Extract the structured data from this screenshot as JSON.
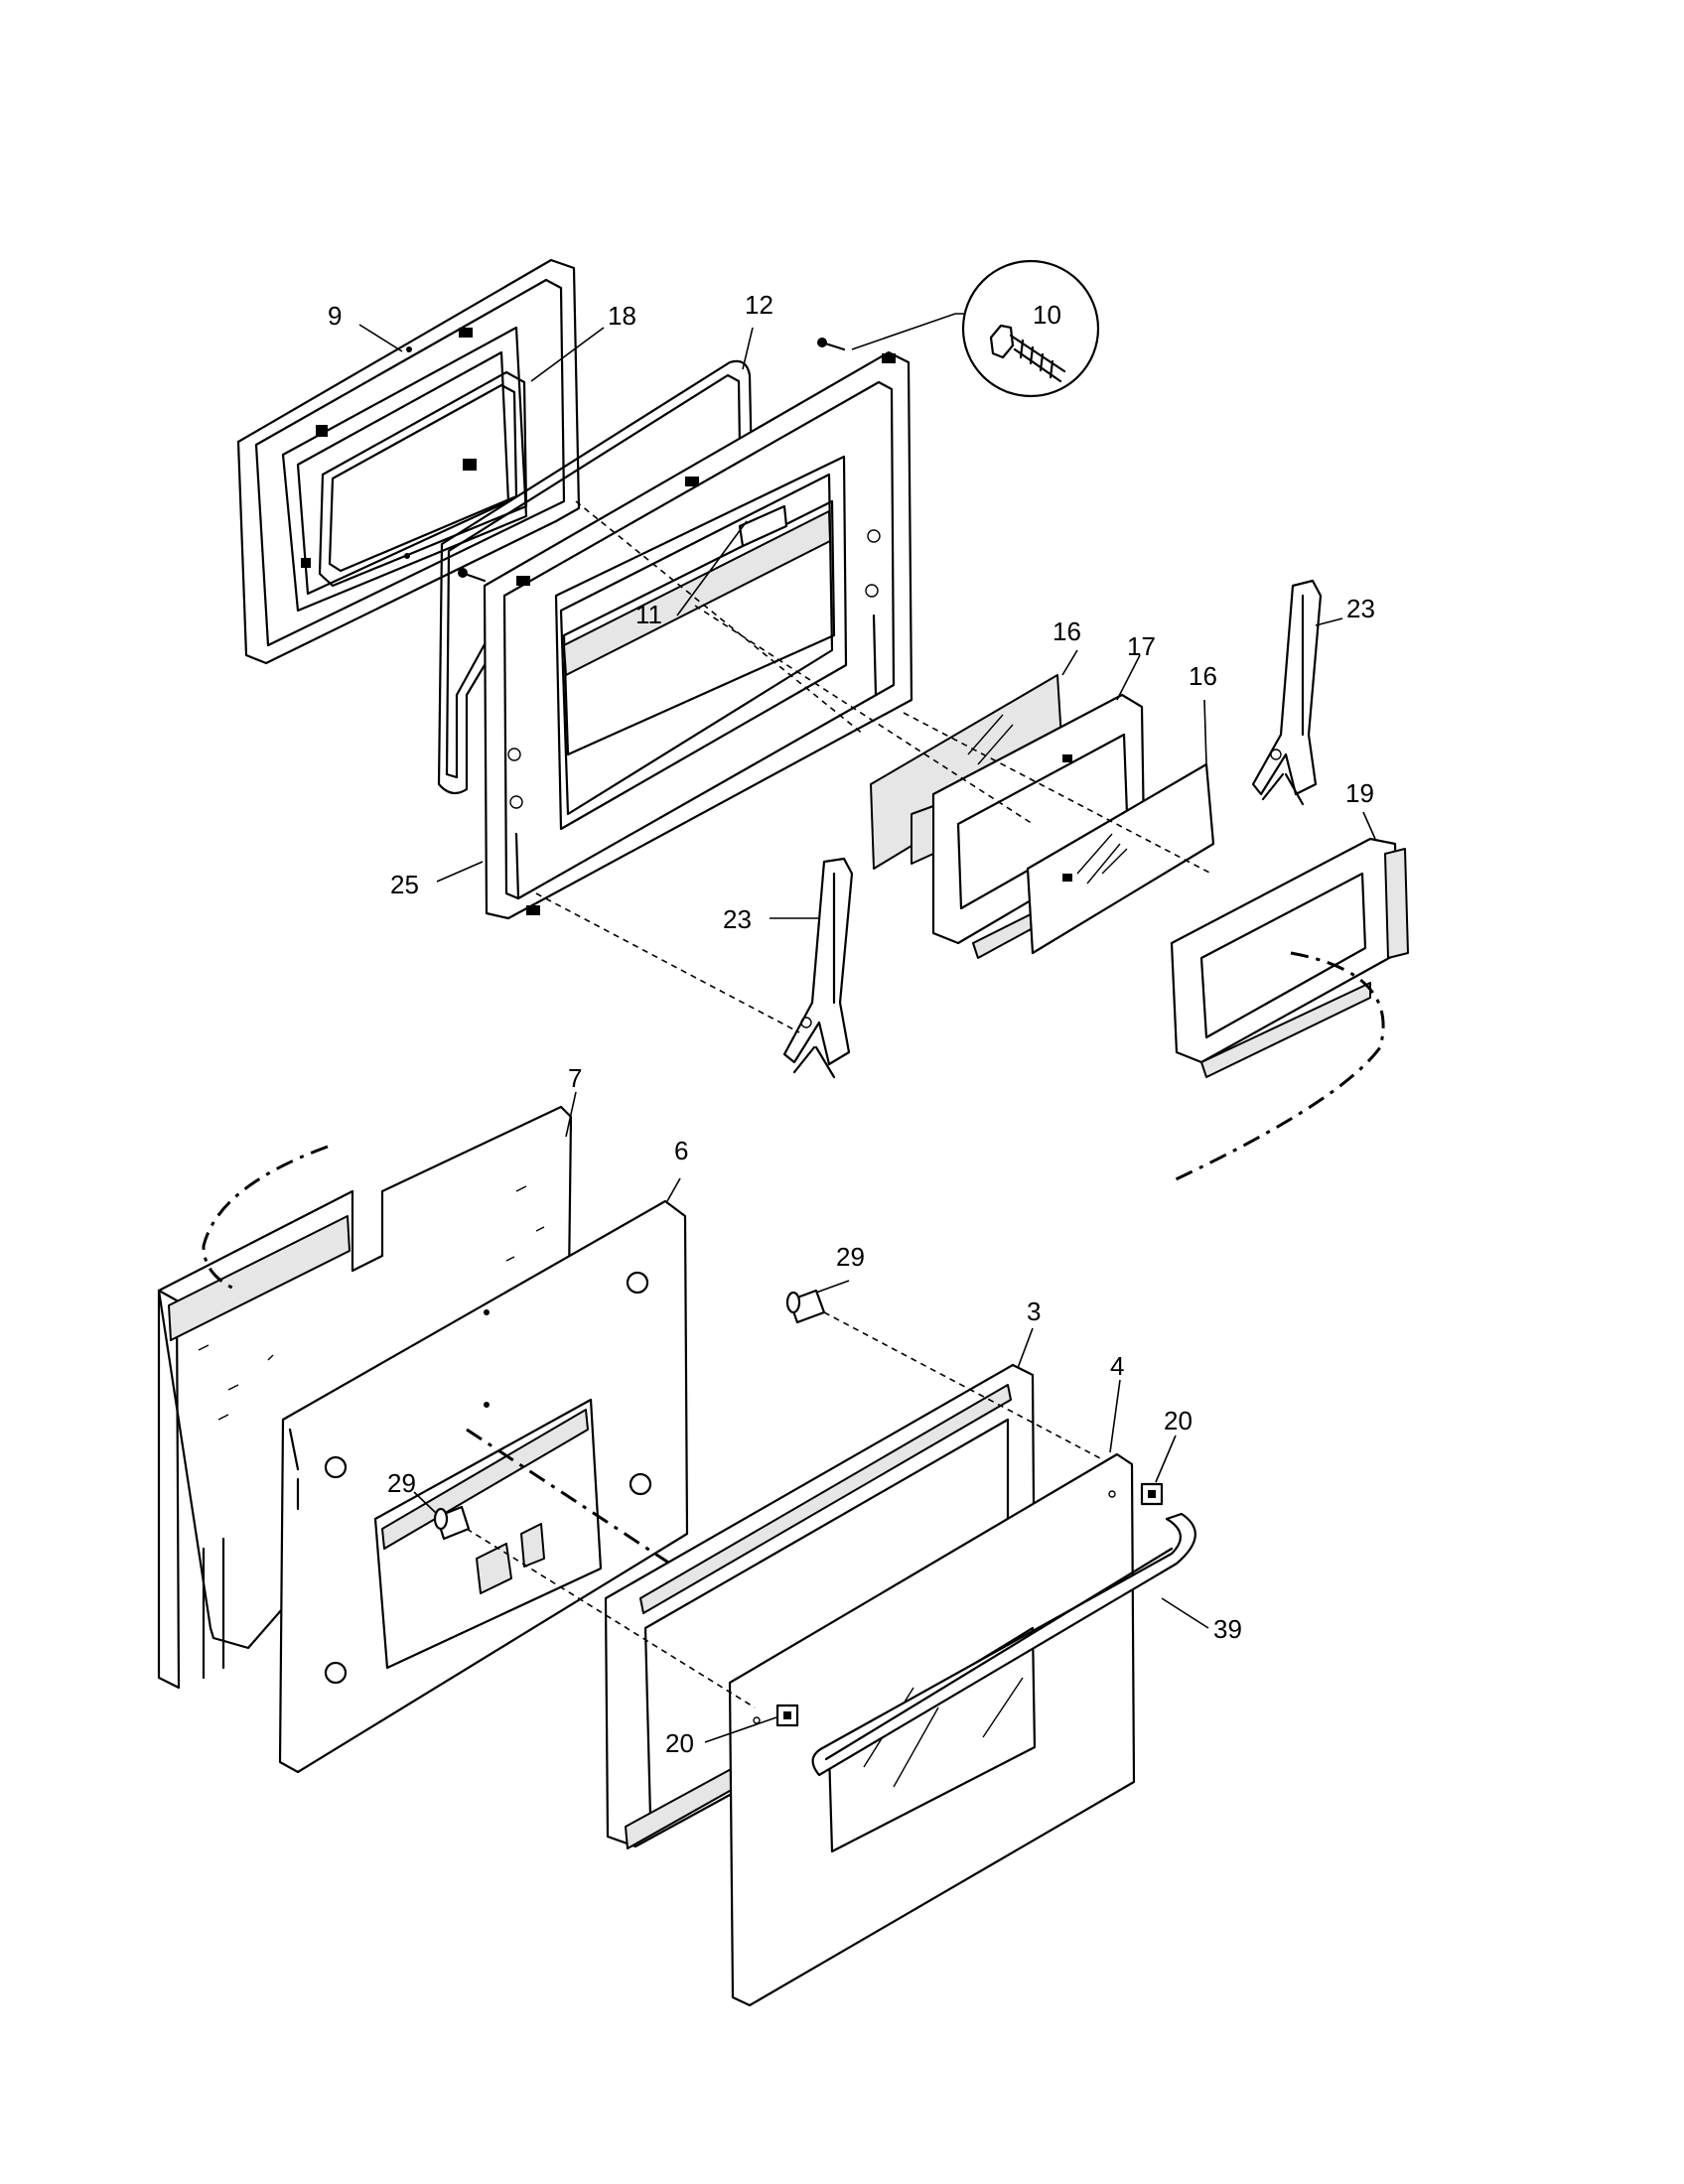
{
  "callouts": {
    "c9": "9",
    "c18": "18",
    "c12": "12",
    "c10": "10",
    "c11": "11",
    "c25": "25",
    "c16a": "16",
    "c17": "17",
    "c16b": "16",
    "c23a": "23",
    "c23b": "23",
    "c19": "19",
    "c7": "7",
    "c6": "6",
    "c29a": "29",
    "c29b": "29",
    "c3": "3",
    "c4": "4",
    "c20a": "20",
    "c20b": "20",
    "c39": "39"
  }
}
